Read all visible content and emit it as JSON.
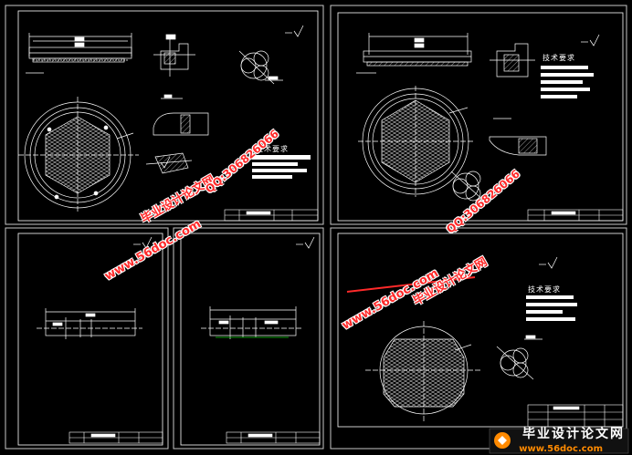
{
  "sheets": {
    "sheet1": {
      "tech_req_title": "技术要求"
    },
    "sheet2": {
      "tech_req_title": "技术要求"
    },
    "sheet5": {
      "tech_req_title": "技术要求"
    }
  },
  "watermarks": {
    "site_url": "www.56doc.com",
    "site_name": "毕业设计论文网",
    "qq": "QQ:306826066"
  },
  "footer": {
    "logo_name": "毕业设计论文网",
    "logo_url": "www.56doc.com"
  },
  "colors": {
    "background": "#000000",
    "line": "#ffffff",
    "frame": "#c8c8c8",
    "watermark": "#ff2a2a",
    "dim_green": "#00c800"
  }
}
